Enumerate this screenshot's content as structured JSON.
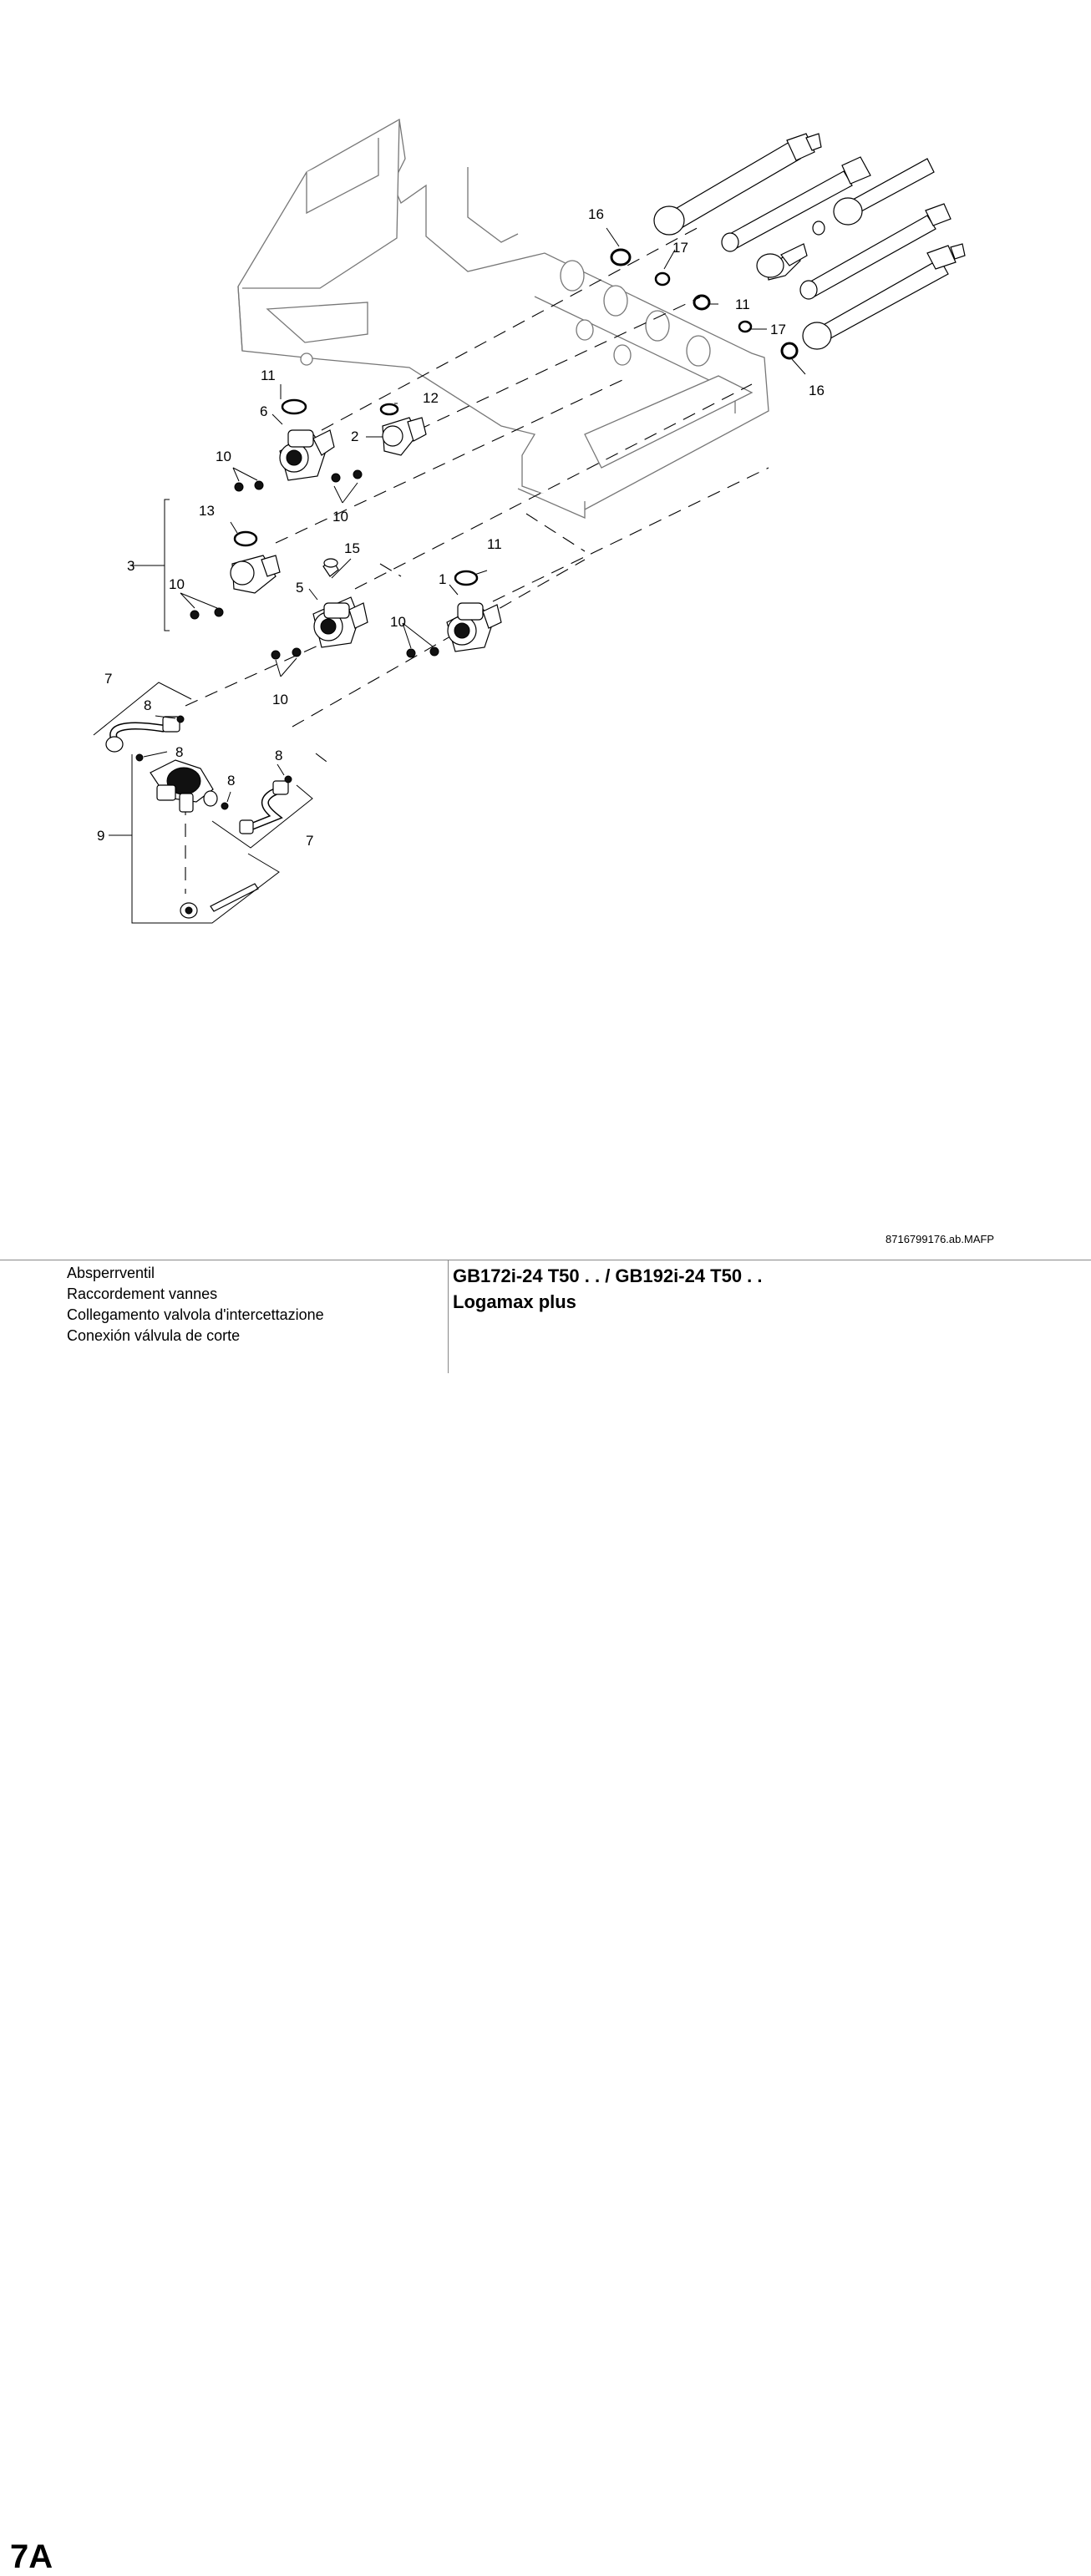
{
  "callouts": {
    "c1": "1",
    "c2": "2",
    "c3": "3",
    "c5": "5",
    "c6": "6",
    "c7": "7",
    "c8": "8",
    "c9": "9",
    "c10": "10",
    "c11": "11",
    "c12": "12",
    "c13": "13",
    "c15": "15",
    "c16": "16",
    "c17": "17"
  },
  "document_number": "8716799176.ab.MAFP",
  "footer": {
    "section_code": "7A",
    "part_names": [
      "Absperrventil",
      "Raccordement vannes",
      "Collegamento valvola d'intercettazione",
      "Conexión válvula de corte"
    ],
    "models": "GB172i-24 T50 . . / GB192i-24 T50 . .",
    "product": "Logamax plus"
  }
}
